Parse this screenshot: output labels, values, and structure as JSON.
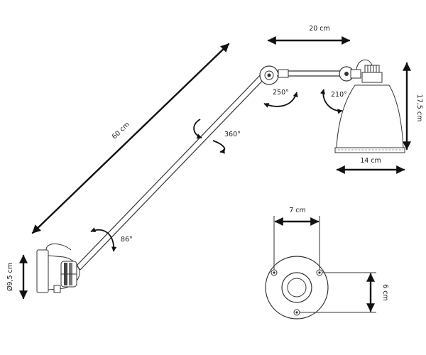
{
  "dimensions": {
    "arm_length": "60 cm",
    "head_arm_width": "20 cm",
    "shade_height": "17,5 cm",
    "shade_diameter": "14 cm",
    "mount_diameter": "Ø9,5 cm",
    "plate_hole_horizontal": "7 cm",
    "plate_hole_vertical": "6 cm"
  },
  "rotations": {
    "elbow": "250°",
    "shade": "210°",
    "arm_axial": "360°",
    "base": "86°"
  }
}
